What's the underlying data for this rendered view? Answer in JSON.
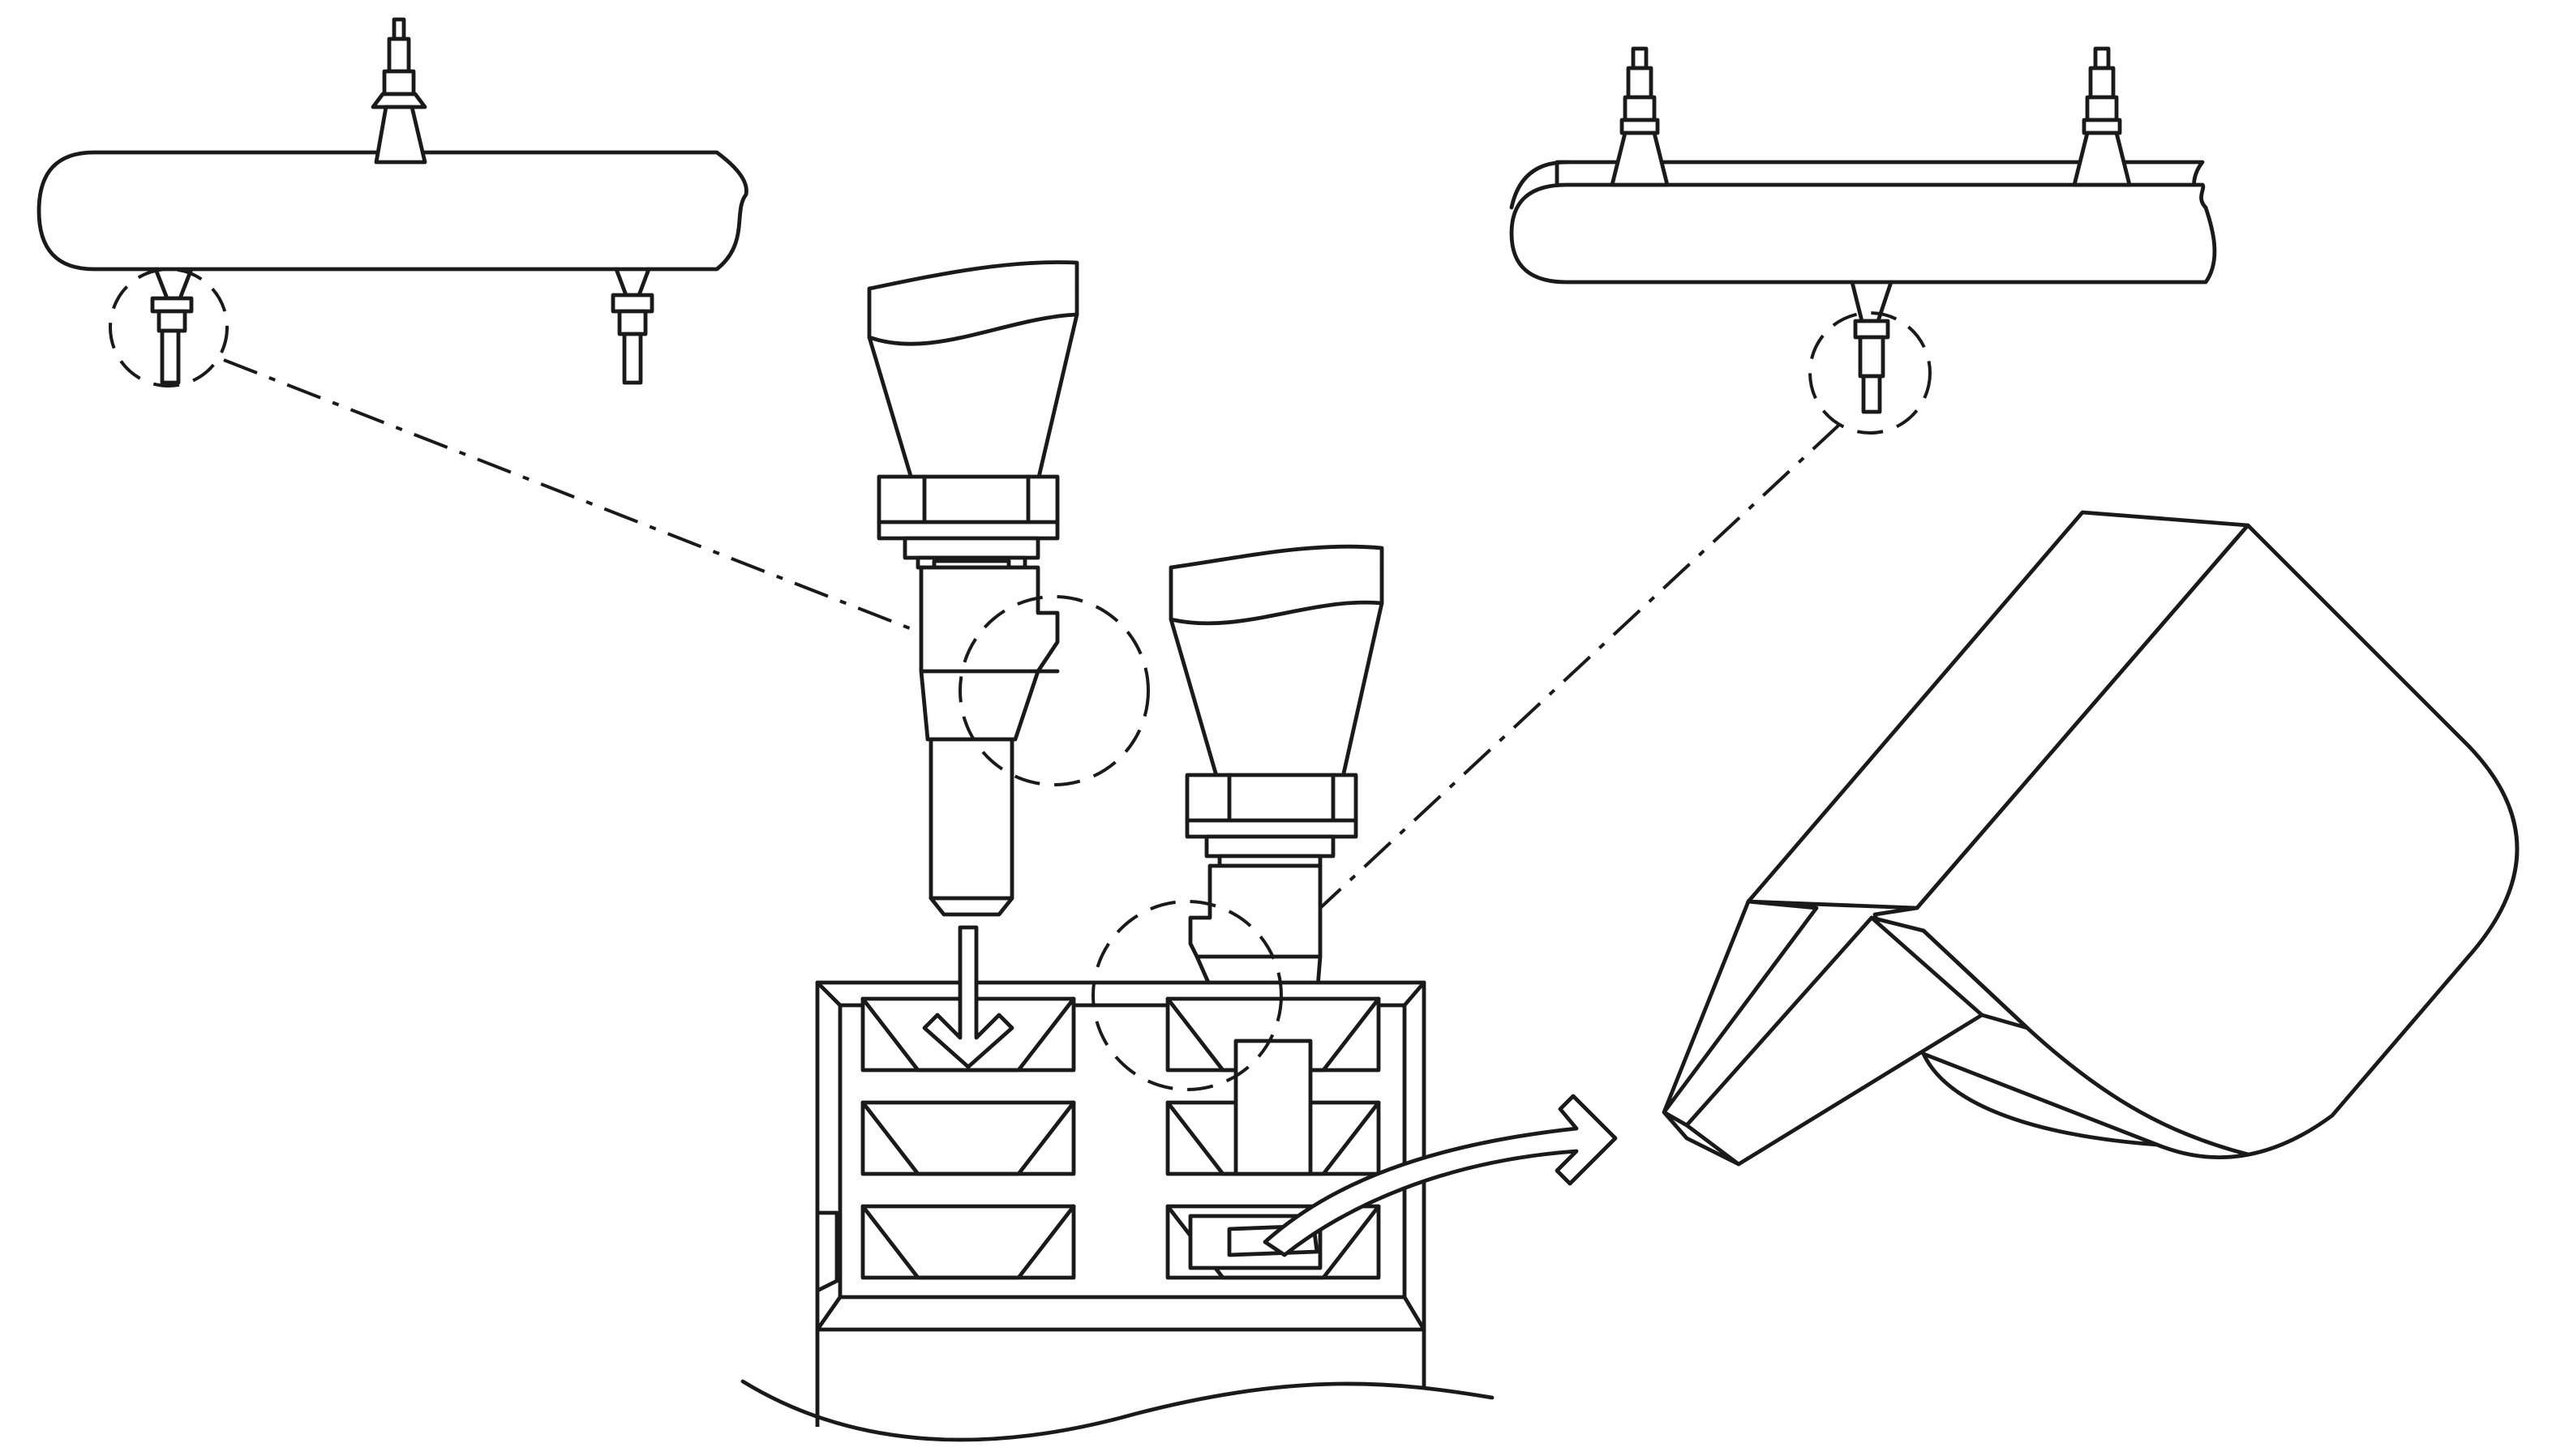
{
  "figure": {
    "kind": "patent-style line drawing",
    "components": [
      "left-bar-detail",
      "right-bar-detail",
      "left-hopper-nozzle",
      "right-hopper-nozzle",
      "tray-fixture",
      "enlarged-wedge-part"
    ]
  },
  "colors": {
    "line": "#1a1a1a",
    "background": "#ffffff"
  }
}
